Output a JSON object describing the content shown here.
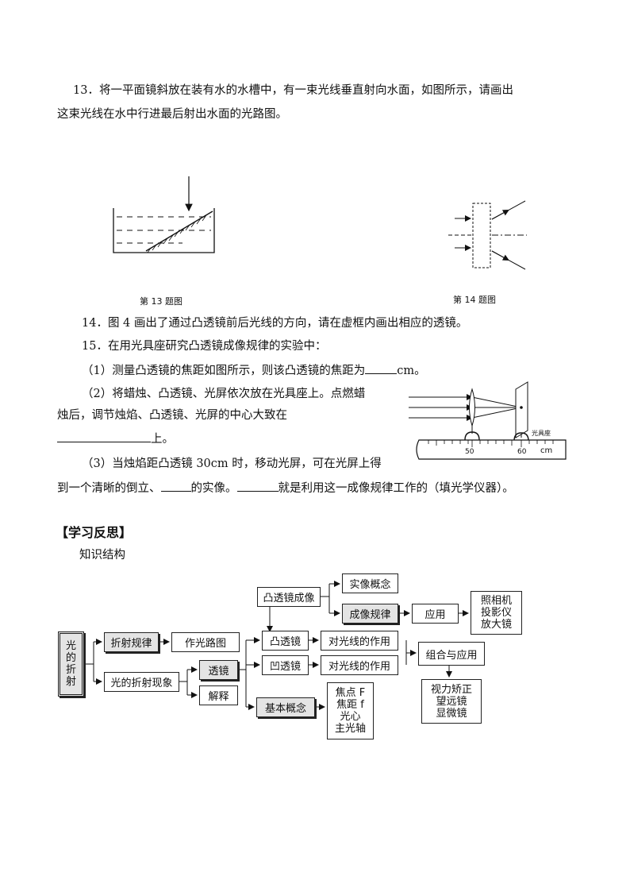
{
  "q13": {
    "line1": "13．将一平面镜斜放在装有水的水槽中，有一束光线垂直射向水面，如图所示，请画出",
    "line2": "这束光线在水中行进最后射出水面的光路图。"
  },
  "captions": {
    "fig13": "第 13 题图",
    "fig14": "第 14 题图"
  },
  "q14": {
    "text": "14．图 4 画出了通过凸透镜前后光线的方向，请在虚框内画出相应的透镜。"
  },
  "q15": {
    "intro": "15．在用光具座研究凸透镜成像规律的实验中：",
    "p1a": "（1）测量凸透镜的焦距如图所示，则该凸透镜的焦距为",
    "p1b": "cm。",
    "p2a": "（2）将蜡烛、凸透镜、光屏依次放在光具座上。点燃蜡",
    "p2b": "烛后，调节烛焰、凸透镜、光屏的中心大致在",
    "p2c": "上。",
    "p3a": "（3）当烛焰距凸透镜 30cm 时，移动光屏，可在光屏上得",
    "p3b1": "到一个清晰的倒立、",
    "p3b2": "的实像。",
    "p3b3": "就是利用这一成像规律工作的（填光学仪器）。"
  },
  "bench": {
    "mark50": "50",
    "mark60": "60",
    "unit": "cm",
    "label": "光具座"
  },
  "section_title": "【学习反思】",
  "subtitle": "知识结构",
  "diagram": {
    "root": "光\n的\n折\n射",
    "refraction_law": "折射规律",
    "draw_path": "作光路图",
    "phenomena": "光的折射现象",
    "lens": "透镜",
    "explain": "解释",
    "convex_imaging": "凸透镜成像",
    "real_image": "实像概念",
    "imaging_law": "成像规律",
    "application": "应用",
    "instruments": "照相机\n投影仪\n放大镜",
    "convex": "凸透镜",
    "convex_effect": "对光线的作用",
    "concave": "凹透镜",
    "concave_effect": "对光线的作用",
    "combo": "组合与应用",
    "vision": "视力矫正\n望远镜\n显微镜",
    "basic": "基本概念",
    "concepts": "焦点 F\n焦距 f\n光心\n主光轴"
  }
}
